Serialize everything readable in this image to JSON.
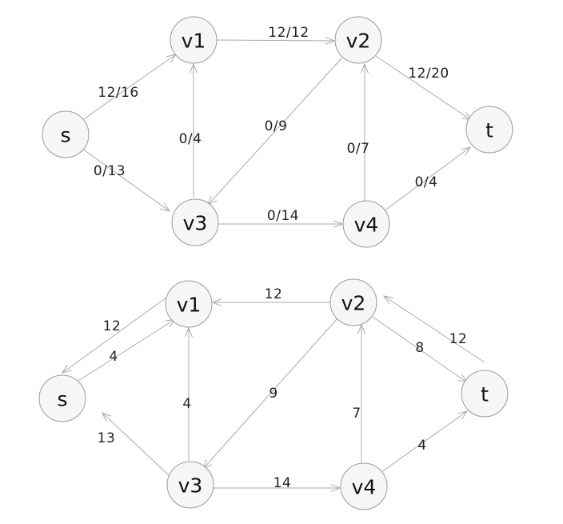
{
  "graphs": [
    {
      "nodes": [
        {
          "id": "s",
          "label": "s"
        },
        {
          "id": "v1",
          "label": "v1"
        },
        {
          "id": "v2",
          "label": "v2"
        },
        {
          "id": "v3",
          "label": "v3"
        },
        {
          "id": "v4",
          "label": "v4"
        },
        {
          "id": "t",
          "label": "t"
        }
      ],
      "edges": [
        {
          "from": "s",
          "to": "v1",
          "label": "12/16"
        },
        {
          "from": "s",
          "to": "v3",
          "label": "0/13"
        },
        {
          "from": "v1",
          "to": "v2",
          "label": "12/12"
        },
        {
          "from": "v3",
          "to": "v1",
          "label": "0/4"
        },
        {
          "from": "v2",
          "to": "v3",
          "label": "0/9"
        },
        {
          "from": "v3",
          "to": "v4",
          "label": "0/14"
        },
        {
          "from": "v4",
          "to": "v2",
          "label": "0/7"
        },
        {
          "from": "v2",
          "to": "t",
          "label": "12/20"
        },
        {
          "from": "v4",
          "to": "t",
          "label": "0/4"
        }
      ]
    },
    {
      "nodes": [
        {
          "id": "s",
          "label": "s"
        },
        {
          "id": "v1",
          "label": "v1"
        },
        {
          "id": "v2",
          "label": "v2"
        },
        {
          "id": "v3",
          "label": "v3"
        },
        {
          "id": "v4",
          "label": "v4"
        },
        {
          "id": "t",
          "label": "t"
        }
      ],
      "edges": [
        {
          "from": "v1",
          "to": "s",
          "label": "12"
        },
        {
          "from": "s",
          "to": "v1",
          "label": "4"
        },
        {
          "from": "s",
          "to": "v3",
          "label": "13"
        },
        {
          "from": "v2",
          "to": "v1",
          "label": "12"
        },
        {
          "from": "v3",
          "to": "v1",
          "label": "4"
        },
        {
          "from": "v2",
          "to": "v3",
          "label": "9"
        },
        {
          "from": "v3",
          "to": "v4",
          "label": "14"
        },
        {
          "from": "v4",
          "to": "v2",
          "label": "7"
        },
        {
          "from": "v2",
          "to": "t",
          "label": "8"
        },
        {
          "from": "t",
          "to": "v2",
          "label": "12"
        },
        {
          "from": "v4",
          "to": "t",
          "label": "4"
        }
      ]
    }
  ]
}
